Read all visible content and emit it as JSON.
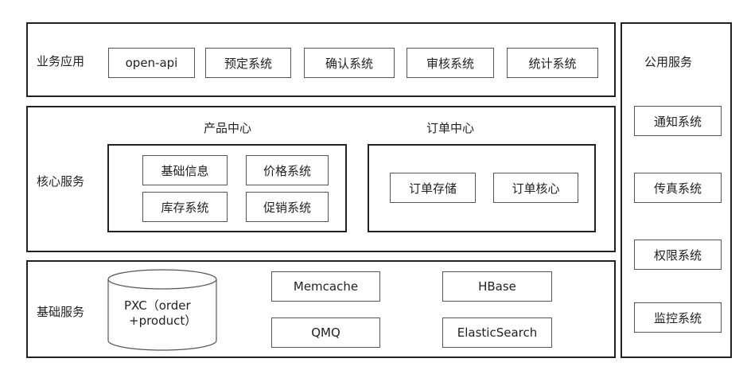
{
  "layers": {
    "business": {
      "label": "业务应用",
      "items": [
        "open-api",
        "预定系统",
        "确认系统",
        "审核系统",
        "统计系统"
      ]
    },
    "core": {
      "label": "核心服务",
      "product_center": {
        "title": "产品中心",
        "items": [
          "基础信息",
          "价格系统",
          "库存系统",
          "促销系统"
        ]
      },
      "order_center": {
        "title": "订单中心",
        "items": [
          "订单存储",
          "订单核心"
        ]
      }
    },
    "base": {
      "label": "基础服务",
      "database": {
        "line1": "PXC（order",
        "line2": "+product）"
      },
      "items": [
        "Memcache",
        "HBase",
        "QMQ",
        "ElasticSearch"
      ]
    }
  },
  "public_services": {
    "label": "公用服务",
    "items": [
      "通知系统",
      "传真系统",
      "权限系统",
      "监控系统"
    ]
  }
}
